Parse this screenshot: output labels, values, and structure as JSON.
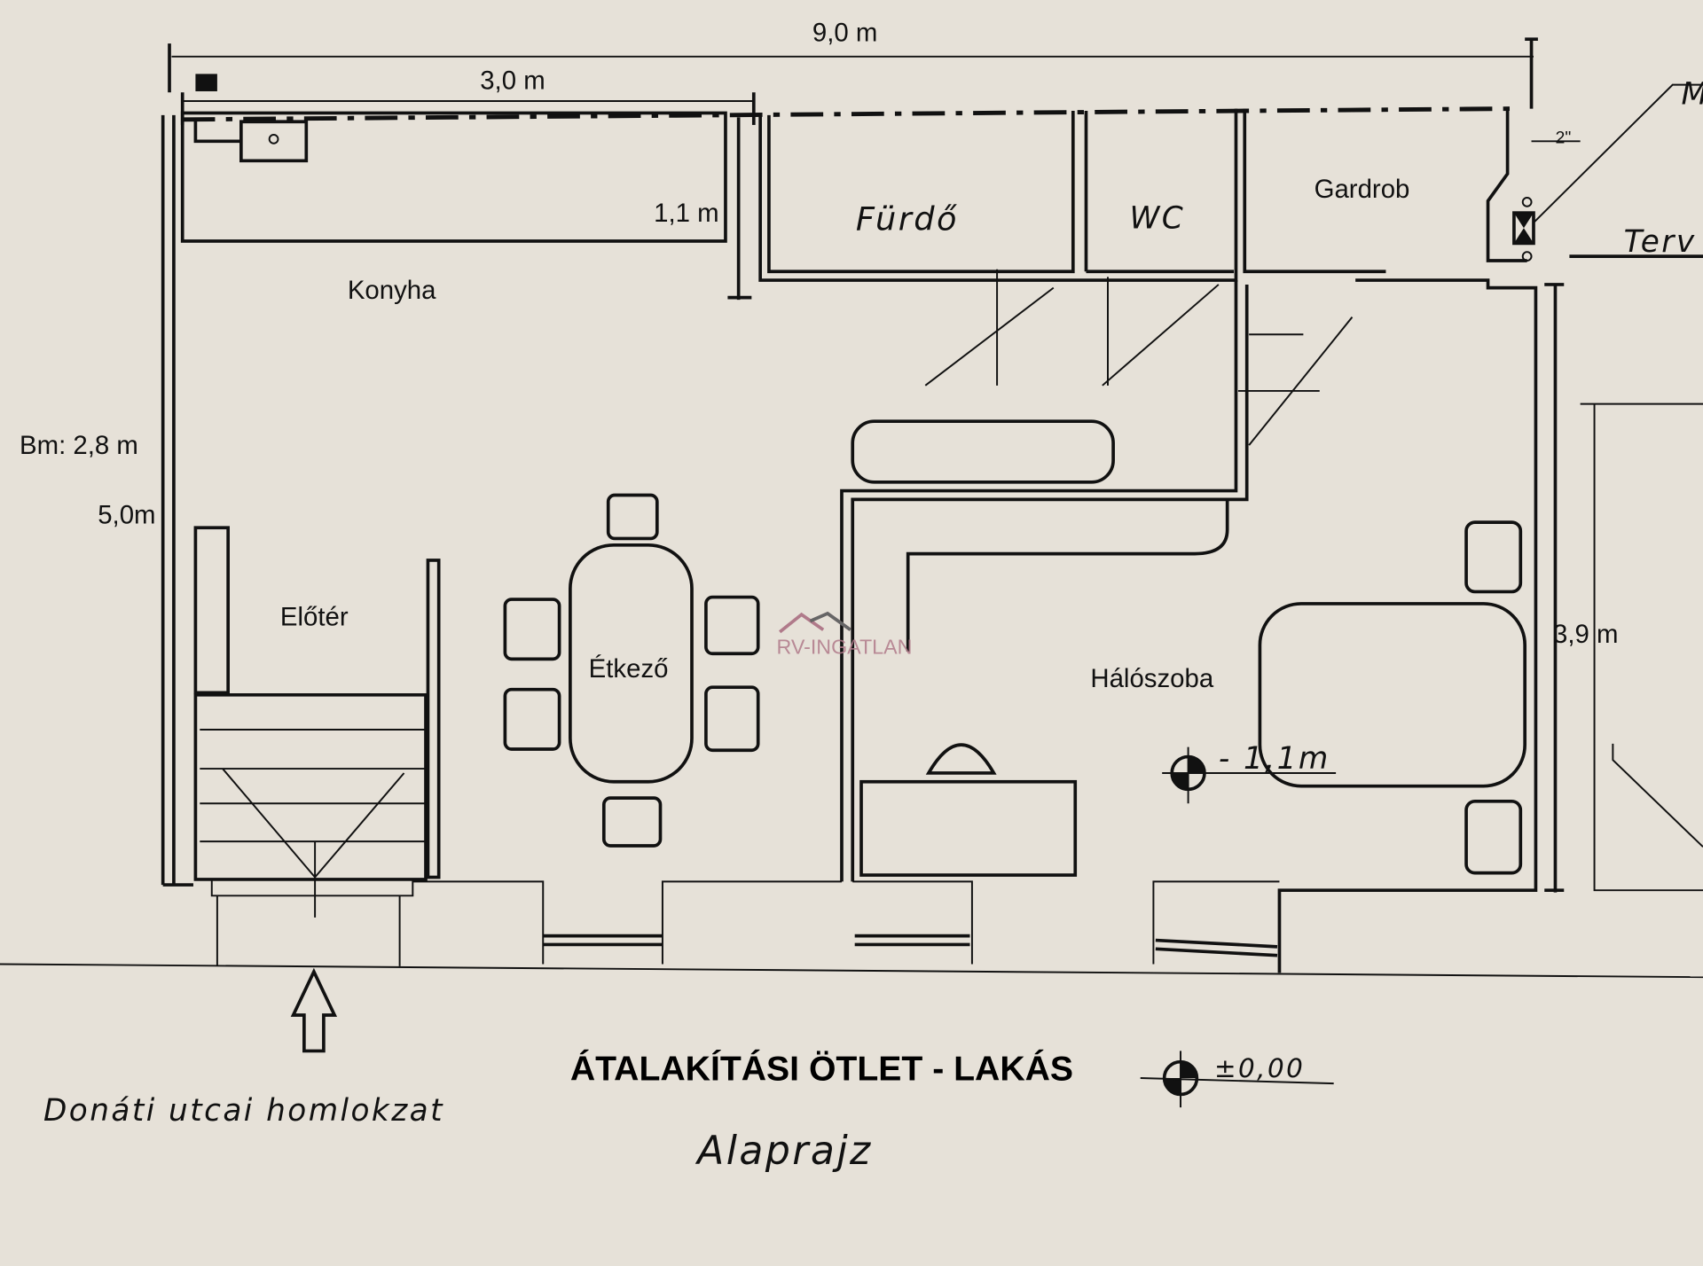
{
  "dimensions": {
    "total_width": "9,0 m",
    "kitchen_width": "3,0 m",
    "counter_depth": "1,1 m",
    "height_left": "5,0m",
    "ceiling_height": "Bm: 2,8 m",
    "bedroom_depth": "3,9 m",
    "pipe_size": "2\""
  },
  "rooms": {
    "kitchen": "Konyha",
    "bathroom": "Fürdő",
    "toilet": "WC",
    "wardrobe": "Gardrob",
    "hall": "Előtér",
    "dining": "Étkező",
    "bedroom": "Hálószoba"
  },
  "levels": {
    "bedroom": "- 1,1m",
    "base": "±0,00"
  },
  "annotations": {
    "right_cut_1": "M",
    "right_cut_2": "Terv"
  },
  "watermark": "RV-INGATLAN",
  "title": "ÁTALAKÍTÁSI ÖTLET - LAKÁS",
  "facade_label": "Donáti utcai homlokzat",
  "subtitle": "Alaprajz"
}
